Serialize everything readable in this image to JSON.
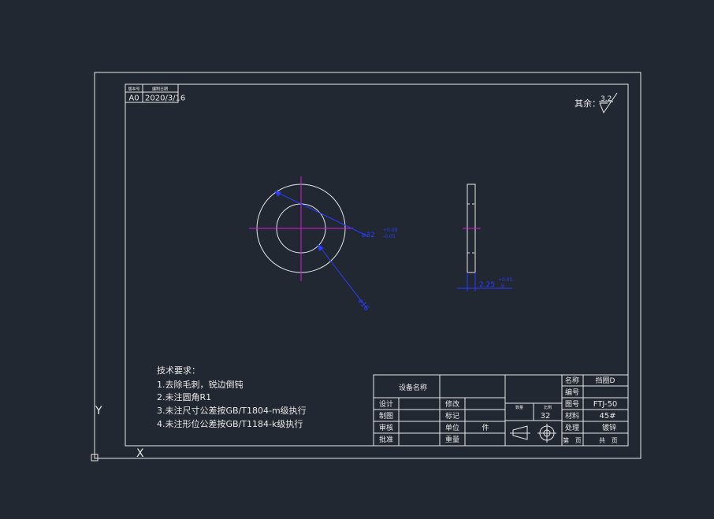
{
  "colors": {
    "background": "#222831",
    "line": "#e8e8e8",
    "center_line": "#d81bd8",
    "dimension": "#2a3cff"
  },
  "revision_block": {
    "h1": "版本号",
    "h2": "编制日期",
    "version": "A0",
    "date": "2020/3/16"
  },
  "surface_roughness": {
    "label": "其余：",
    "value": "3.2"
  },
  "dimensions": {
    "outer_diameter": "⌀32",
    "outer_tol_upper": "+0.08",
    "outer_tol_lower": "-0.05",
    "inner_diameter": "⌀16",
    "thickness": "2.25",
    "thick_tol_upper": "+0.05",
    "thick_tol_lower": "0"
  },
  "tech_requirements": {
    "title": "技术要求：",
    "items": [
      "1.去除毛刺，锐边倒钝",
      "2.未注圆角R1",
      "3.未注尺寸公差按GB/T1804-m级执行",
      "4.未注形位公差按GB/T1184-k级执行"
    ]
  },
  "title_block": {
    "equipment_name": "设备名称",
    "rows": [
      {
        "label": "设计",
        "field": "修改"
      },
      {
        "label": "制图",
        "field": "标记"
      },
      {
        "label": "审核",
        "field": "单位",
        "unit": "件"
      },
      {
        "label": "批准",
        "field": "重量"
      }
    ],
    "count_h1": "数量",
    "count_h2": "比例",
    "count_value": "32",
    "name_label": "名称",
    "name_value": "挡圈D",
    "code_label": "编号",
    "code_value": "",
    "drawing_label": "图号",
    "drawing_value": "FTJ-50",
    "material_label": "材料",
    "material_value": "45#",
    "process_label": "处理",
    "process_value": "镀锌",
    "sheet_label": "第   页",
    "total_label": "共   页"
  },
  "ucs": {
    "y": "Y",
    "x": "X"
  }
}
